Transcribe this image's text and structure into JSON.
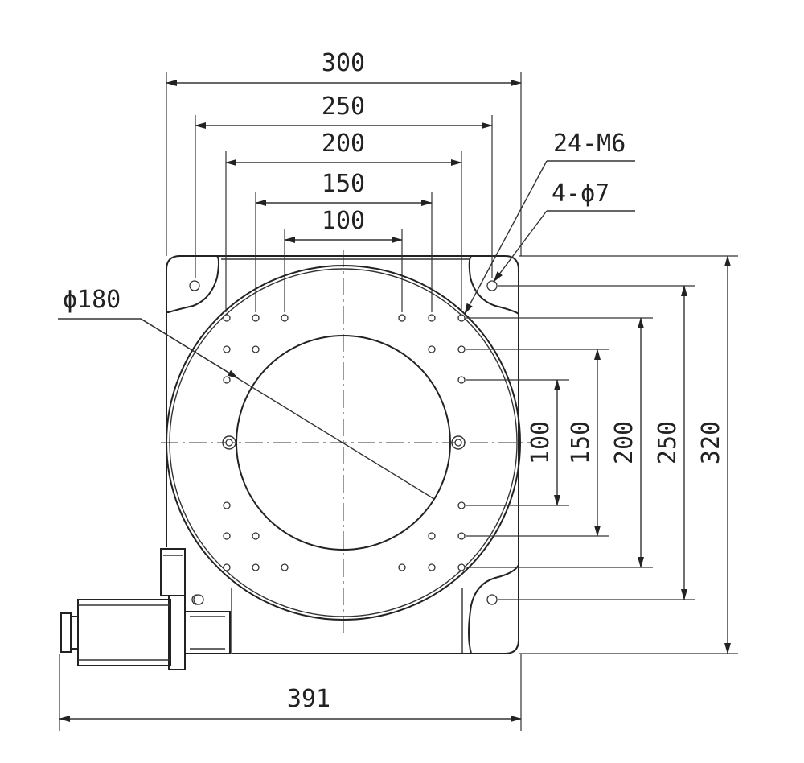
{
  "drawing": {
    "horizontal_dimensions": [
      "300",
      "250",
      "200",
      "150",
      "100"
    ],
    "vertical_dimensions": [
      "100",
      "150",
      "200",
      "250",
      "320"
    ],
    "bottom_dimension": "391",
    "callouts": {
      "threads": "24-M6",
      "through_holes": "4-ϕ7",
      "diameter": "ϕ180"
    }
  }
}
